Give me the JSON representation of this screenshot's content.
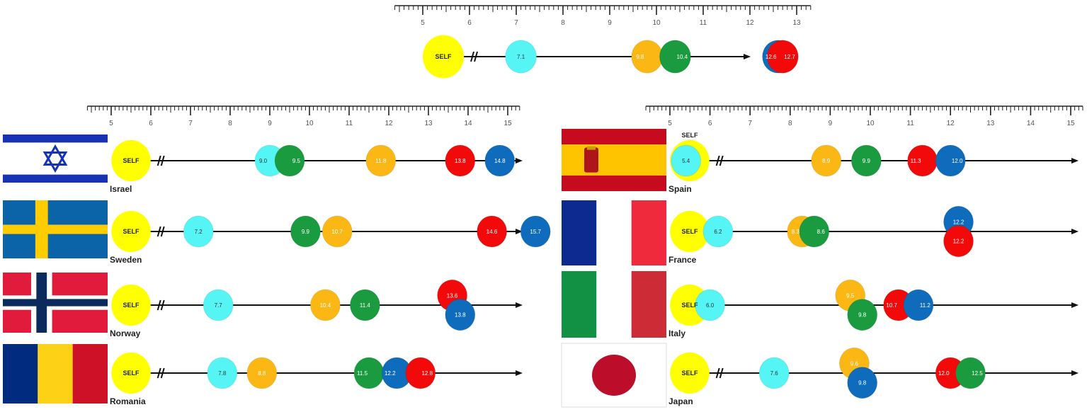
{
  "self_label": "SELF",
  "colors": {
    "self": "#ffff00",
    "cyan": "#55f5f5",
    "orange": "#fbb714",
    "green": "#1a9b3f",
    "red": "#f20a0a",
    "blue": "#0f6cbd"
  },
  "chart_data": {
    "type": "scatter",
    "axis_ticks": {
      "top": [
        5,
        6,
        7,
        8,
        9,
        10,
        11,
        12,
        13
      ],
      "panels": [
        5,
        6,
        7,
        8,
        9,
        10,
        11,
        12,
        13,
        14,
        15
      ]
    },
    "overall": {
      "points": [
        {
          "value": 7.1,
          "label": "7.1",
          "color": "cyan"
        },
        {
          "value": 9.8,
          "label": "9.8",
          "color": "orange"
        },
        {
          "value": 10.4,
          "label": "10.4",
          "color": "green"
        },
        {
          "value": 12.6,
          "label": "12.6",
          "color": "blue"
        },
        {
          "value": 12.7,
          "label": "12.7",
          "color": "red"
        }
      ]
    },
    "countries": [
      {
        "name": "Israel",
        "flag": "israel-flag",
        "column": "left",
        "points": [
          {
            "value": 9.0,
            "label": "9.0",
            "color": "cyan"
          },
          {
            "value": 9.5,
            "label": "9.5",
            "color": "green"
          },
          {
            "value": 11.8,
            "label": "11.8",
            "color": "orange"
          },
          {
            "value": 13.8,
            "label": "13.8",
            "color": "red"
          },
          {
            "value": 14.8,
            "label": "14.8",
            "color": "blue"
          }
        ]
      },
      {
        "name": "Sweden",
        "flag": "sweden-flag",
        "column": "left",
        "points": [
          {
            "value": 7.2,
            "label": "7.2",
            "color": "cyan"
          },
          {
            "value": 9.9,
            "label": "9.9",
            "color": "green"
          },
          {
            "value": 10.7,
            "label": "10.7",
            "color": "orange"
          },
          {
            "value": 14.6,
            "label": "14.6",
            "color": "red"
          },
          {
            "value": 15.7,
            "label": "15.7",
            "color": "blue"
          }
        ]
      },
      {
        "name": "Norway",
        "flag": "norway-flag",
        "column": "left",
        "points": [
          {
            "value": 7.7,
            "label": "7.7",
            "color": "cyan"
          },
          {
            "value": 10.4,
            "label": "10.4",
            "color": "orange"
          },
          {
            "value": 11.4,
            "label": "11.4",
            "color": "green"
          },
          {
            "value": 13.6,
            "label": "13.6",
            "color": "red",
            "stack": "up"
          },
          {
            "value": 13.8,
            "label": "13.8",
            "color": "blue",
            "stack": "down"
          }
        ]
      },
      {
        "name": "Romania",
        "flag": "romania-flag",
        "column": "left",
        "points": [
          {
            "value": 7.8,
            "label": "7.8",
            "color": "cyan"
          },
          {
            "value": 8.8,
            "label": "8.8",
            "color": "orange"
          },
          {
            "value": 11.5,
            "label": "11.5",
            "color": "green"
          },
          {
            "value": 12.2,
            "label": "12.2",
            "color": "blue"
          },
          {
            "value": 12.8,
            "label": "12.8",
            "color": "red"
          }
        ]
      },
      {
        "name": "Spain",
        "flag": "spain-flag",
        "column": "right",
        "points": [
          {
            "value": 5.4,
            "label": "5.4",
            "color": "cyan"
          },
          {
            "value": 8.9,
            "label": "8.9",
            "color": "orange"
          },
          {
            "value": 9.9,
            "label": "9.9",
            "color": "green"
          },
          {
            "value": 11.3,
            "label": "11.3",
            "color": "red"
          },
          {
            "value": 12.0,
            "label": "12.0",
            "color": "blue"
          }
        ]
      },
      {
        "name": "France",
        "flag": "france-flag",
        "column": "right",
        "points": [
          {
            "value": 6.2,
            "label": "6.2",
            "color": "cyan"
          },
          {
            "value": 8.3,
            "label": "8.3",
            "color": "orange"
          },
          {
            "value": 8.6,
            "label": "8.6",
            "color": "green"
          },
          {
            "value": 12.2,
            "label": "12.2",
            "color": "blue",
            "stack": "up"
          },
          {
            "value": 12.2,
            "label": "12.2",
            "color": "red",
            "stack": "down"
          }
        ]
      },
      {
        "name": "Italy",
        "flag": "italy-flag",
        "column": "right",
        "points": [
          {
            "value": 6.0,
            "label": "6.0",
            "color": "cyan"
          },
          {
            "value": 9.5,
            "label": "9.5",
            "color": "orange",
            "stack": "up"
          },
          {
            "value": 9.8,
            "label": "9.8",
            "color": "green",
            "stack": "down"
          },
          {
            "value": 10.7,
            "label": "10.7",
            "color": "red"
          },
          {
            "value": 11.2,
            "label": "11.2",
            "color": "blue"
          }
        ]
      },
      {
        "name": "Japan",
        "flag": "japan-flag",
        "column": "right",
        "points": [
          {
            "value": 7.6,
            "label": "7.6",
            "color": "cyan"
          },
          {
            "value": 9.6,
            "label": "9.6",
            "color": "orange",
            "stack": "up"
          },
          {
            "value": 9.8,
            "label": "9.8",
            "color": "blue",
            "stack": "down"
          },
          {
            "value": 12.0,
            "label": "12.0",
            "color": "red"
          },
          {
            "value": 12.5,
            "label": "12.5",
            "color": "green"
          }
        ]
      }
    ]
  }
}
